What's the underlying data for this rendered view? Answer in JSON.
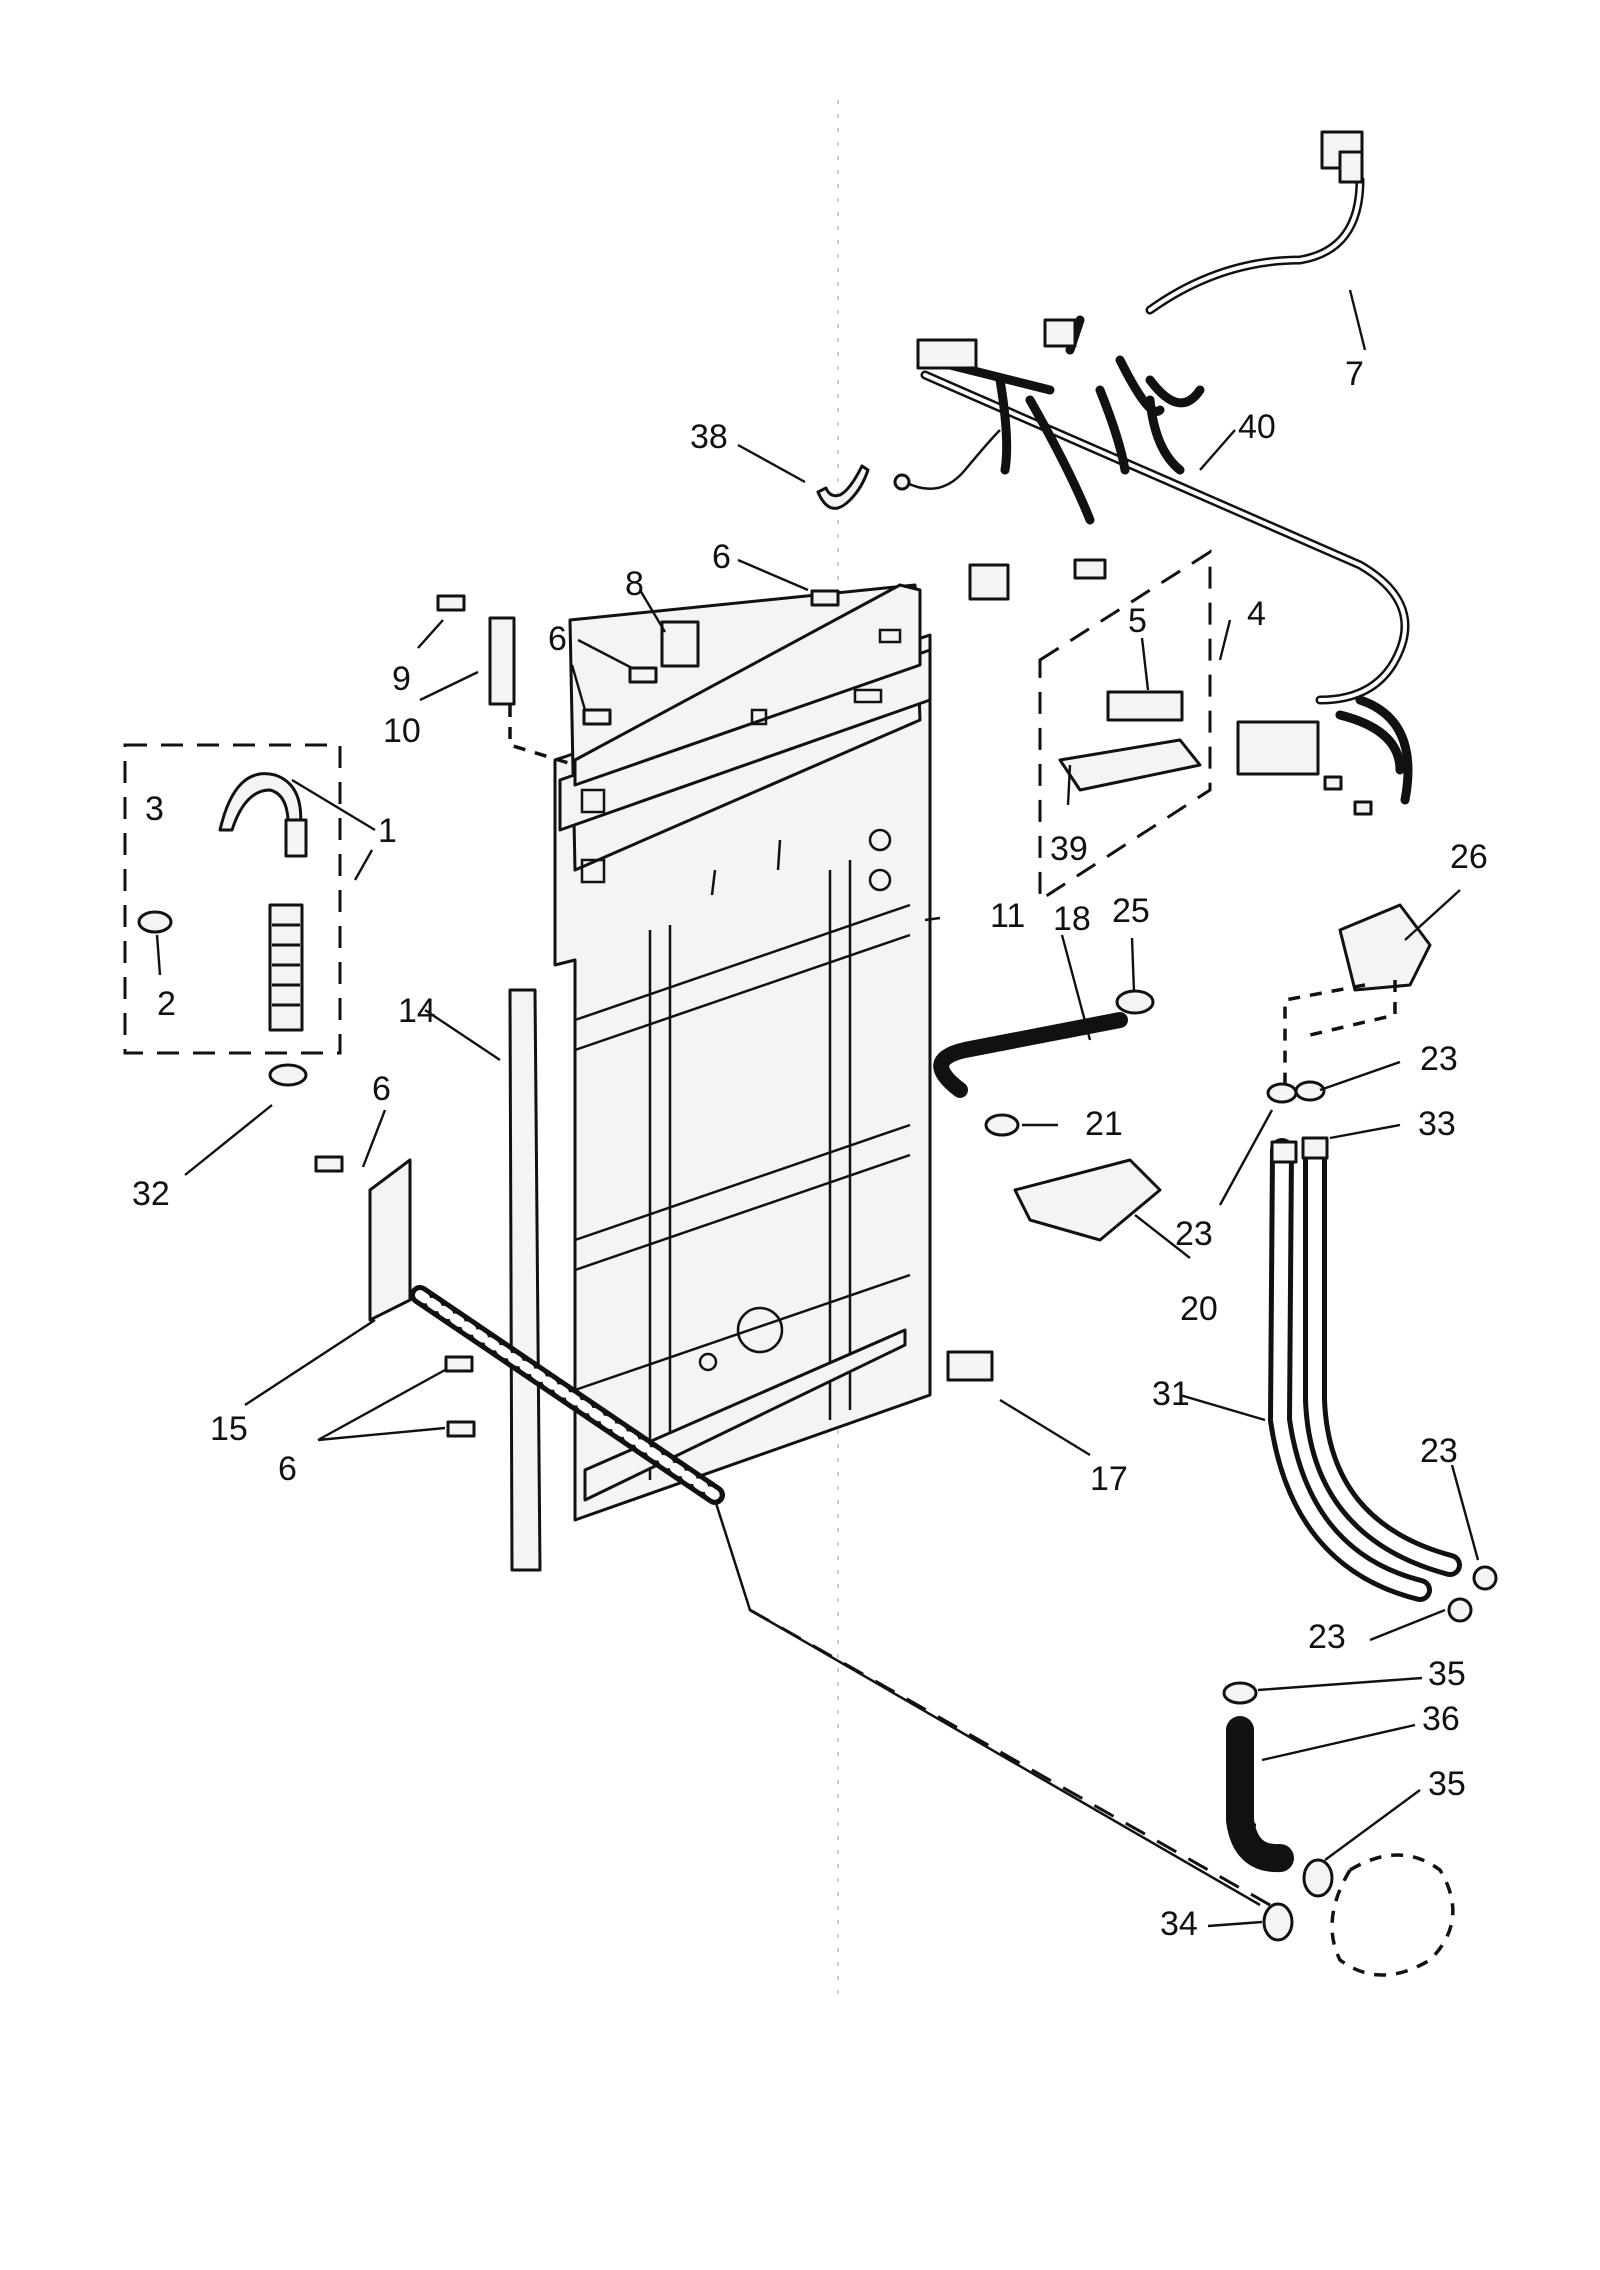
{
  "diagram": {
    "callouts": [
      {
        "id": "c1",
        "text": "1"
      },
      {
        "id": "c2",
        "text": "2"
      },
      {
        "id": "c3",
        "text": "3"
      },
      {
        "id": "c4",
        "text": "4"
      },
      {
        "id": "c5",
        "text": "5"
      },
      {
        "id": "c6a",
        "text": "6"
      },
      {
        "id": "c6b",
        "text": "6"
      },
      {
        "id": "c6c",
        "text": "6"
      },
      {
        "id": "c6d",
        "text": "6"
      },
      {
        "id": "c7",
        "text": "7"
      },
      {
        "id": "c8",
        "text": "8"
      },
      {
        "id": "c9",
        "text": "9"
      },
      {
        "id": "c10",
        "text": "10"
      },
      {
        "id": "c11",
        "text": "11"
      },
      {
        "id": "c14",
        "text": "14"
      },
      {
        "id": "c15",
        "text": "15"
      },
      {
        "id": "c17",
        "text": "17"
      },
      {
        "id": "c18",
        "text": "18"
      },
      {
        "id": "c20",
        "text": "20"
      },
      {
        "id": "c21",
        "text": "21"
      },
      {
        "id": "c23a",
        "text": "23"
      },
      {
        "id": "c23b",
        "text": "23"
      },
      {
        "id": "c23c",
        "text": "23"
      },
      {
        "id": "c23d",
        "text": "23"
      },
      {
        "id": "c25",
        "text": "25"
      },
      {
        "id": "c26",
        "text": "26"
      },
      {
        "id": "c31",
        "text": "31"
      },
      {
        "id": "c32",
        "text": "32"
      },
      {
        "id": "c33",
        "text": "33"
      },
      {
        "id": "c34",
        "text": "34"
      },
      {
        "id": "c35a",
        "text": "35"
      },
      {
        "id": "c35b",
        "text": "35"
      },
      {
        "id": "c36",
        "text": "36"
      },
      {
        "id": "c38",
        "text": "38"
      },
      {
        "id": "c39",
        "text": "39"
      },
      {
        "id": "c40",
        "text": "40"
      }
    ]
  }
}
